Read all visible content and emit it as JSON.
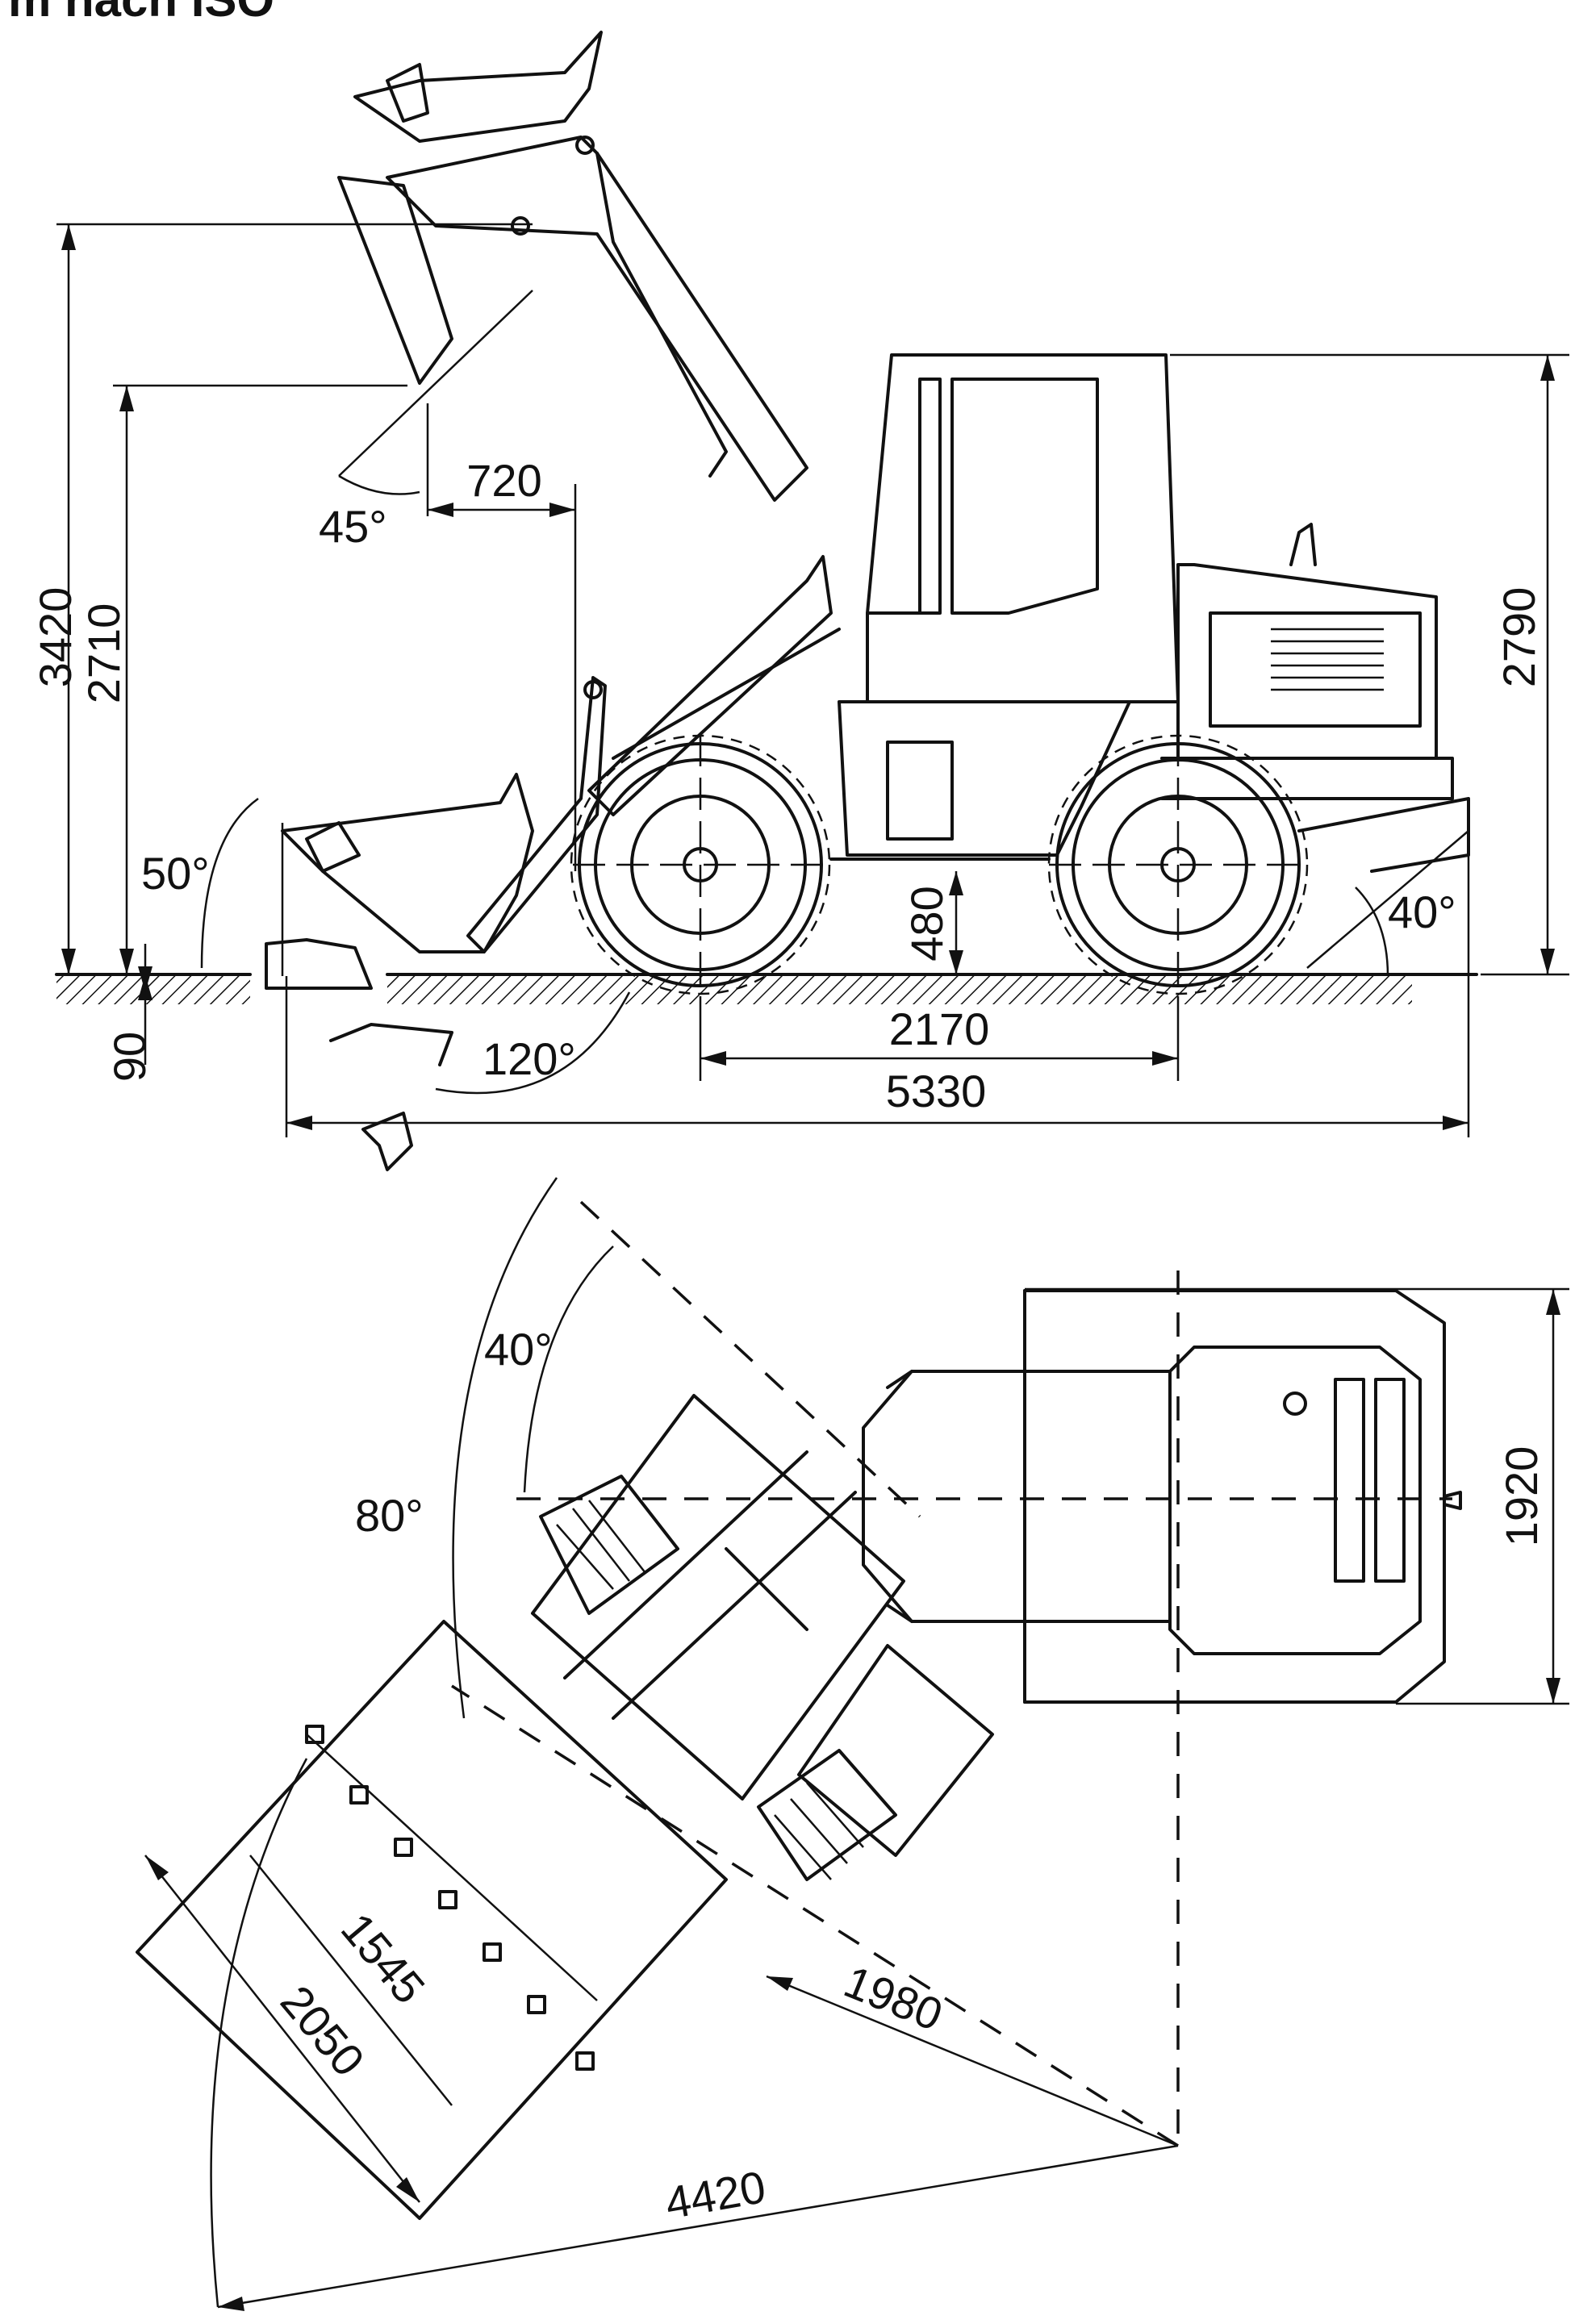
{
  "header": {
    "fragment": "m  nach ISO"
  },
  "side_view": {
    "dim_3420": "3420",
    "dim_2710": "2710",
    "dim_720": "720",
    "angle_45": "45°",
    "angle_50": "50°",
    "dim_90": "90",
    "angle_120": "120°",
    "dim_480": "480",
    "dim_2170": "2170",
    "dim_5330": "5330",
    "angle_40": "40°",
    "dim_2790": "2790"
  },
  "top_view": {
    "angle_40": "40°",
    "angle_80": "80°",
    "dim_1920": "1920",
    "dim_1545": "1545",
    "dim_2050": "2050",
    "dim_1980": "1980",
    "dim_4420": "4420"
  }
}
